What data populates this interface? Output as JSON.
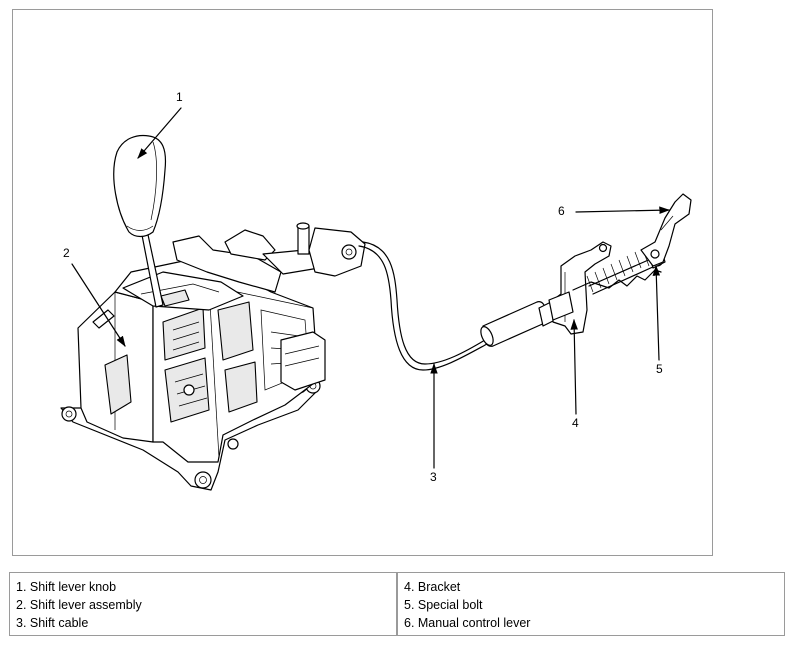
{
  "callouts": [
    {
      "number": "1",
      "name": "callout-1"
    },
    {
      "number": "2",
      "name": "callout-2"
    },
    {
      "number": "3",
      "name": "callout-3"
    },
    {
      "number": "4",
      "name": "callout-4"
    },
    {
      "number": "5",
      "name": "callout-5"
    },
    {
      "number": "6",
      "name": "callout-6"
    }
  ],
  "legend": {
    "left": [
      "1. Shift lever knob",
      "2. Shift lever assembly",
      "3. Shift cable"
    ],
    "right": [
      "4. Bracket",
      "5. Special bolt",
      "6. Manual control lever"
    ]
  }
}
